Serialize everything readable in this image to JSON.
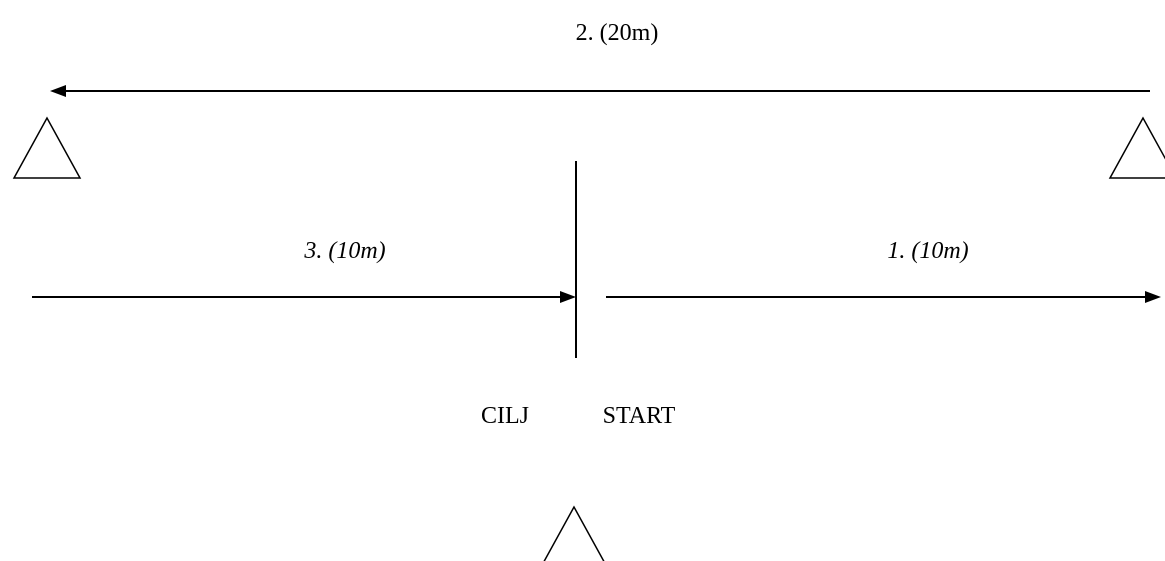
{
  "segments": {
    "leg2": {
      "label": "2. (20m)"
    },
    "leg3": {
      "label": "3. (10m)"
    },
    "leg1": {
      "label": "1. (10m)"
    }
  },
  "markers": {
    "finish_label": "CILJ",
    "start_label": "START"
  }
}
